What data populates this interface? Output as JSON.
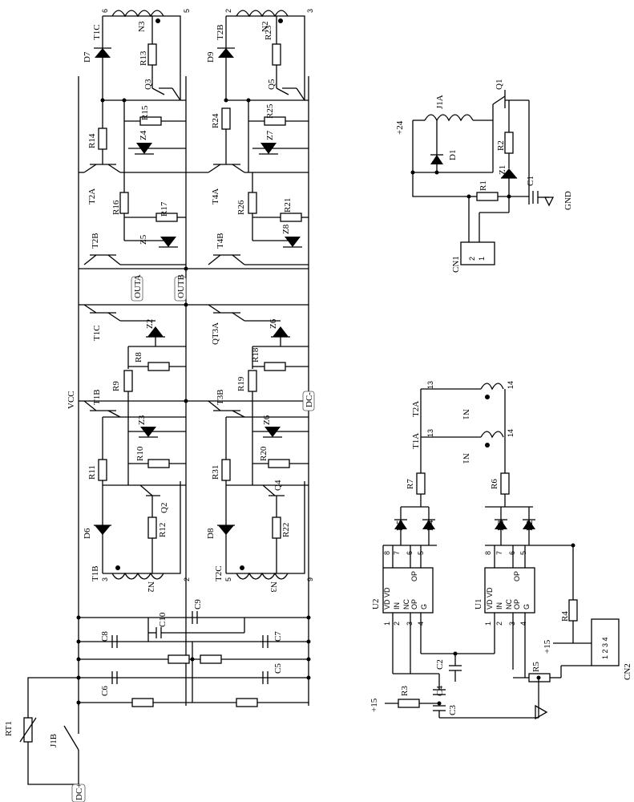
{
  "labels": {
    "VCC": "VCC",
    "OUTA": "OUTA",
    "OUTB": "OUTB",
    "DCm": "DC-",
    "DCp": "DC+",
    "RT1": "RT1",
    "J1B": "J1B",
    "J1A": "J1A",
    "GND": "GND",
    "p24": "+24",
    "p15a": "+15",
    "p15b": "+15",
    "CN1": "CN1",
    "CN2": "CN2",
    "T1C_top": "T1C",
    "T2B_top": "T2B",
    "N3": "N3",
    "N2_top": "N2",
    "T2A": "T2A",
    "T4A": "T4A",
    "T2B": "T2B",
    "T4B": "T4B",
    "T1C": "T1C",
    "QT3A": "QT3A",
    "T1B": "T1B",
    "T3B": "T3B",
    "T1B_bot": "T1B",
    "T2C_bot": "T2C",
    "N2_bot": "N2",
    "N3_bot": "N3",
    "T2A_r": "T2A",
    "T1A_r": "T1A",
    "N1a": "N1",
    "N1b": "N1",
    "U1": "U1",
    "U2": "U2",
    "R1": "R1",
    "R2": "R2",
    "R3": "R3",
    "R4": "R4",
    "R5": "R5",
    "R6": "R6",
    "R7": "R7",
    "R8": "R8",
    "R9": "R9",
    "R10": "R10",
    "R11": "R11",
    "R12": "R12",
    "R13": "R13",
    "R14": "R14",
    "R15": "R15",
    "R16": "R16",
    "R17": "R17",
    "R18": "R18",
    "R19": "R19",
    "R20": "R20",
    "R21": "R21",
    "R22": "R22",
    "R23": "R23",
    "R24": "R24",
    "R25": "R25",
    "R26": "R26",
    "R31": "R31",
    "Z1": "Z1",
    "Z2": "Z2",
    "Z3": "Z3",
    "Z4": "Z4",
    "Z5": "Z5",
    "Z6a": "Z6",
    "Z6b": "Z6",
    "Z7": "Z7",
    "Z8": "Z8",
    "Q1": "Q1",
    "Q2": "Q2",
    "Q3": "Q3",
    "Q4": "Q4",
    "Q5": "Q5",
    "D1": "D1",
    "D2": "D2",
    "D3": "D3",
    "D4": "D4",
    "D5": "D5",
    "D6": "D6",
    "D7": "D7",
    "D8": "D8",
    "D9": "D9",
    "C1": "C1",
    "C2": "C2",
    "C3": "C3",
    "C4": "C4",
    "C5": "C5",
    "C6": "C6",
    "C7": "C7",
    "C8": "C8",
    "C9": "C9",
    "C10": "C10",
    "ic_top": "VD VD",
    "ic_in": "IN",
    "ic_op1": "OP",
    "ic_nc": "NC",
    "ic_op2": "OP",
    "ic_g1": "G",
    "ic_g2": "G",
    "cn1_p1": "1",
    "cn1_p2": "2",
    "cn2_pins": "1 2 3 4",
    "p_6": "6",
    "p_5": "5",
    "p_2": "2",
    "p_3": "3",
    "p_13a": "13",
    "p_14a": "14",
    "p_13b": "13",
    "p_14b": "14",
    "p_3b": "3",
    "p_2b": "2",
    "p_5b": "5",
    "p_9": "9",
    "pin8": "8",
    "pin7": "7",
    "pin6": "6",
    "pin5": "5",
    "pin1": "1",
    "pin2": "2",
    "pin3": "3",
    "pin4": "4"
  }
}
